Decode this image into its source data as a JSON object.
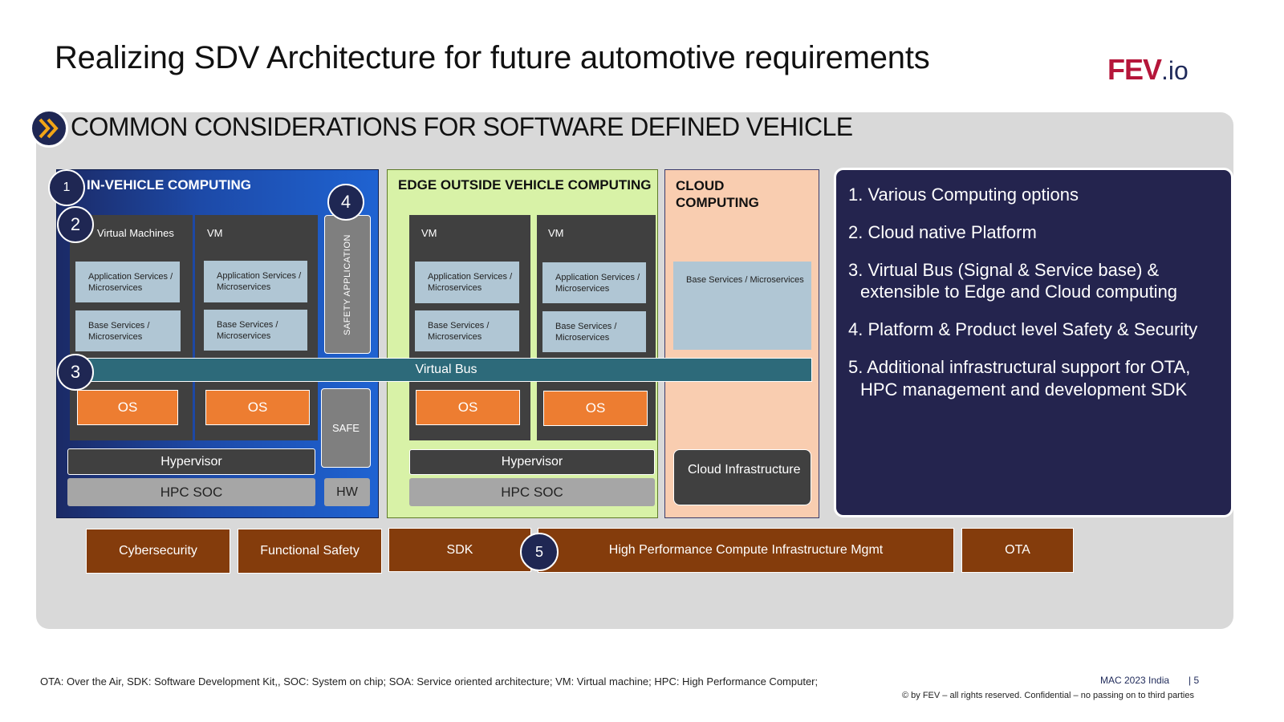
{
  "slide": {
    "title": "Realizing SDV Architecture for future automotive requirements",
    "logo_main": "FEV",
    "logo_suffix": ".io",
    "heading": "COMMON CONSIDERATIONS FOR SOFTWARE DEFINED VEHICLE"
  },
  "in_vehicle": {
    "title": "IN-VEHICLE COMPUTING",
    "vm1_label": "Virtual Machines",
    "vm2_label": "VM",
    "app_services": "Application Services / Microservices",
    "base_services": "Base Services / Microservices",
    "safety_app": "SAFETY APPLICATION",
    "os": "OS",
    "safe": "SAFE",
    "hypervisor": "Hypervisor",
    "hpc_soc": "HPC SOC",
    "hw": "HW"
  },
  "edge": {
    "title": "EDGE OUTSIDE VEHICLE COMPUTING",
    "vm_label": "VM",
    "app_services": "Application Services / Microservices",
    "base_services": "Base Services / Microservices",
    "os": "OS",
    "hypervisor": "Hypervisor",
    "hpc_soc": "HPC SOC"
  },
  "cloud": {
    "title": "CLOUD COMPUTING",
    "base_services": "Base Services / Microservices",
    "infrastructure": "Cloud Infrastructure"
  },
  "virtual_bus": "Virtual Bus",
  "markers": [
    "1",
    "2",
    "3",
    "4",
    "5"
  ],
  "bottom_bar": {
    "cybersecurity": "Cybersecurity",
    "functional_safety": "Functional Safety",
    "sdk": "SDK",
    "hpc_mgmt": "High Performance Compute Infrastructure Mgmt",
    "ota": "OTA"
  },
  "info_points": [
    "1. Various Computing options",
    "2. Cloud native Platform",
    "3. Virtual Bus (Signal & Service base) &",
    "extensible to Edge and Cloud computing",
    "4. Platform & Product level Safety & Security",
    "5. Additional infrastructural support for OTA,",
    "HPC management and development SDK"
  ],
  "footer": {
    "footnote": "OTA: Over the Air, SDK: Software Development Kit,, SOC: System on chip; SOA: Service oriented architecture; VM: Virtual machine; HPC: High Performance Computer;",
    "event": "MAC 2023 India",
    "page": "| 5",
    "copyright": "© by FEV – all rights reserved. Confidential – no passing on to third parties"
  },
  "colors": {
    "navy": "#1f2753",
    "os_orange": "#ed7d31",
    "bottom_brown": "#843c0c",
    "virtual_bus": "#2d6a7a",
    "edge_green": "#d8f2a7",
    "cloud_peach": "#f9cdb0",
    "logo_red": "#b5163a"
  }
}
